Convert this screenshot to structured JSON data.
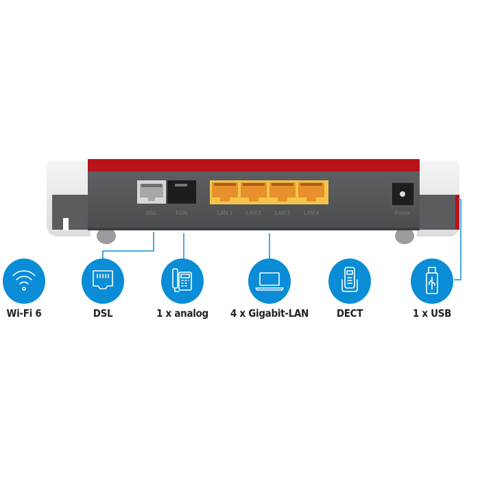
{
  "colors": {
    "accent_blue": "#0a8dd6",
    "router_red": "#b8121b",
    "router_gray": "#55575b",
    "lan_yellow": "#f0a030"
  },
  "router": {
    "ports": [
      {
        "label": "DSL",
        "icon": "rj45-port-gray"
      },
      {
        "label": "FON",
        "icon": "rj11-port-black"
      },
      {
        "label": "LAN 1",
        "icon": "rj45-port-yellow"
      },
      {
        "label": "LAN 2",
        "icon": "rj45-port-yellow"
      },
      {
        "label": "LAN 3",
        "icon": "rj45-port-yellow"
      },
      {
        "label": "LAN 4",
        "icon": "rj45-port-yellow"
      },
      {
        "label": "Power",
        "icon": "power-jack"
      }
    ]
  },
  "features": [
    {
      "label": "Wi-Fi 6",
      "icon": "wifi-icon"
    },
    {
      "label": "DSL",
      "icon": "ethernet-port-icon"
    },
    {
      "label": "1 x analog",
      "icon": "desk-phone-icon"
    },
    {
      "label": "4 x Gigabit-LAN",
      "icon": "laptop-icon"
    },
    {
      "label": "DECT",
      "icon": "cordless-phone-icon"
    },
    {
      "label": "1 x USB",
      "icon": "usb-stick-icon"
    }
  ]
}
